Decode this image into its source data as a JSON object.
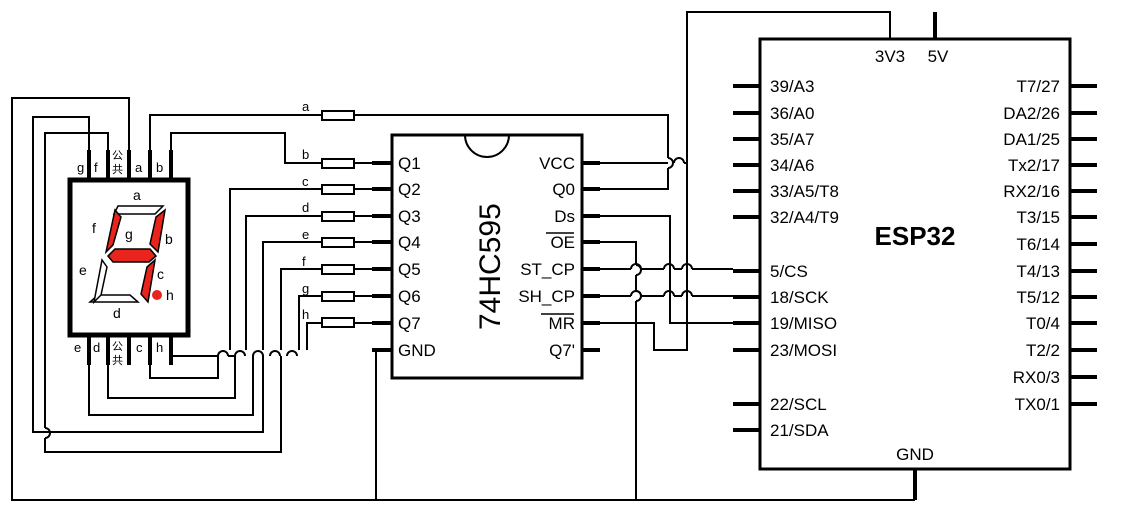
{
  "resistors": [
    "a",
    "b",
    "c",
    "d",
    "e",
    "f",
    "g",
    "h"
  ],
  "display": {
    "top_pins": [
      "g",
      "f",
      "公\n共",
      "a",
      "b"
    ],
    "bottom_pins": [
      "e",
      "d",
      "公\n共",
      "c",
      "h"
    ],
    "segments": {
      "a": "a",
      "b": "b",
      "c": "c",
      "d": "d",
      "e": "e",
      "f": "f",
      "g": "g",
      "h": "h"
    },
    "lit_color": "#e8241d"
  },
  "ic595": {
    "name": "74HC595",
    "left_pins": [
      "Q1",
      "Q2",
      "Q3",
      "Q4",
      "Q5",
      "Q6",
      "Q7",
      "GND"
    ],
    "right_pins": [
      "VCC",
      "Q0",
      "Ds",
      "OE",
      "ST_CP",
      "SH_CP",
      "MR",
      "Q7'"
    ]
  },
  "esp32": {
    "name": "ESP32",
    "top_pins": [
      "3V3",
      "5V"
    ],
    "left_pins": [
      "39/A3",
      "36/A0",
      "35/A7",
      "34/A6",
      "33/A5/T8",
      "32/A4/T9",
      "5/CS",
      "18/SCK",
      "19/MISO",
      "23/MOSI",
      "22/SCL",
      "21/SDA"
    ],
    "right_pins": [
      "T7/27",
      "DA2/26",
      "DA1/25",
      "Tx2/17",
      "RX2/16",
      "T3/15",
      "T6/14",
      "T4/13",
      "T5/12",
      "T0/4",
      "T2/2",
      "RX0/3",
      "TX0/1"
    ],
    "bottom_pin": "GND"
  }
}
